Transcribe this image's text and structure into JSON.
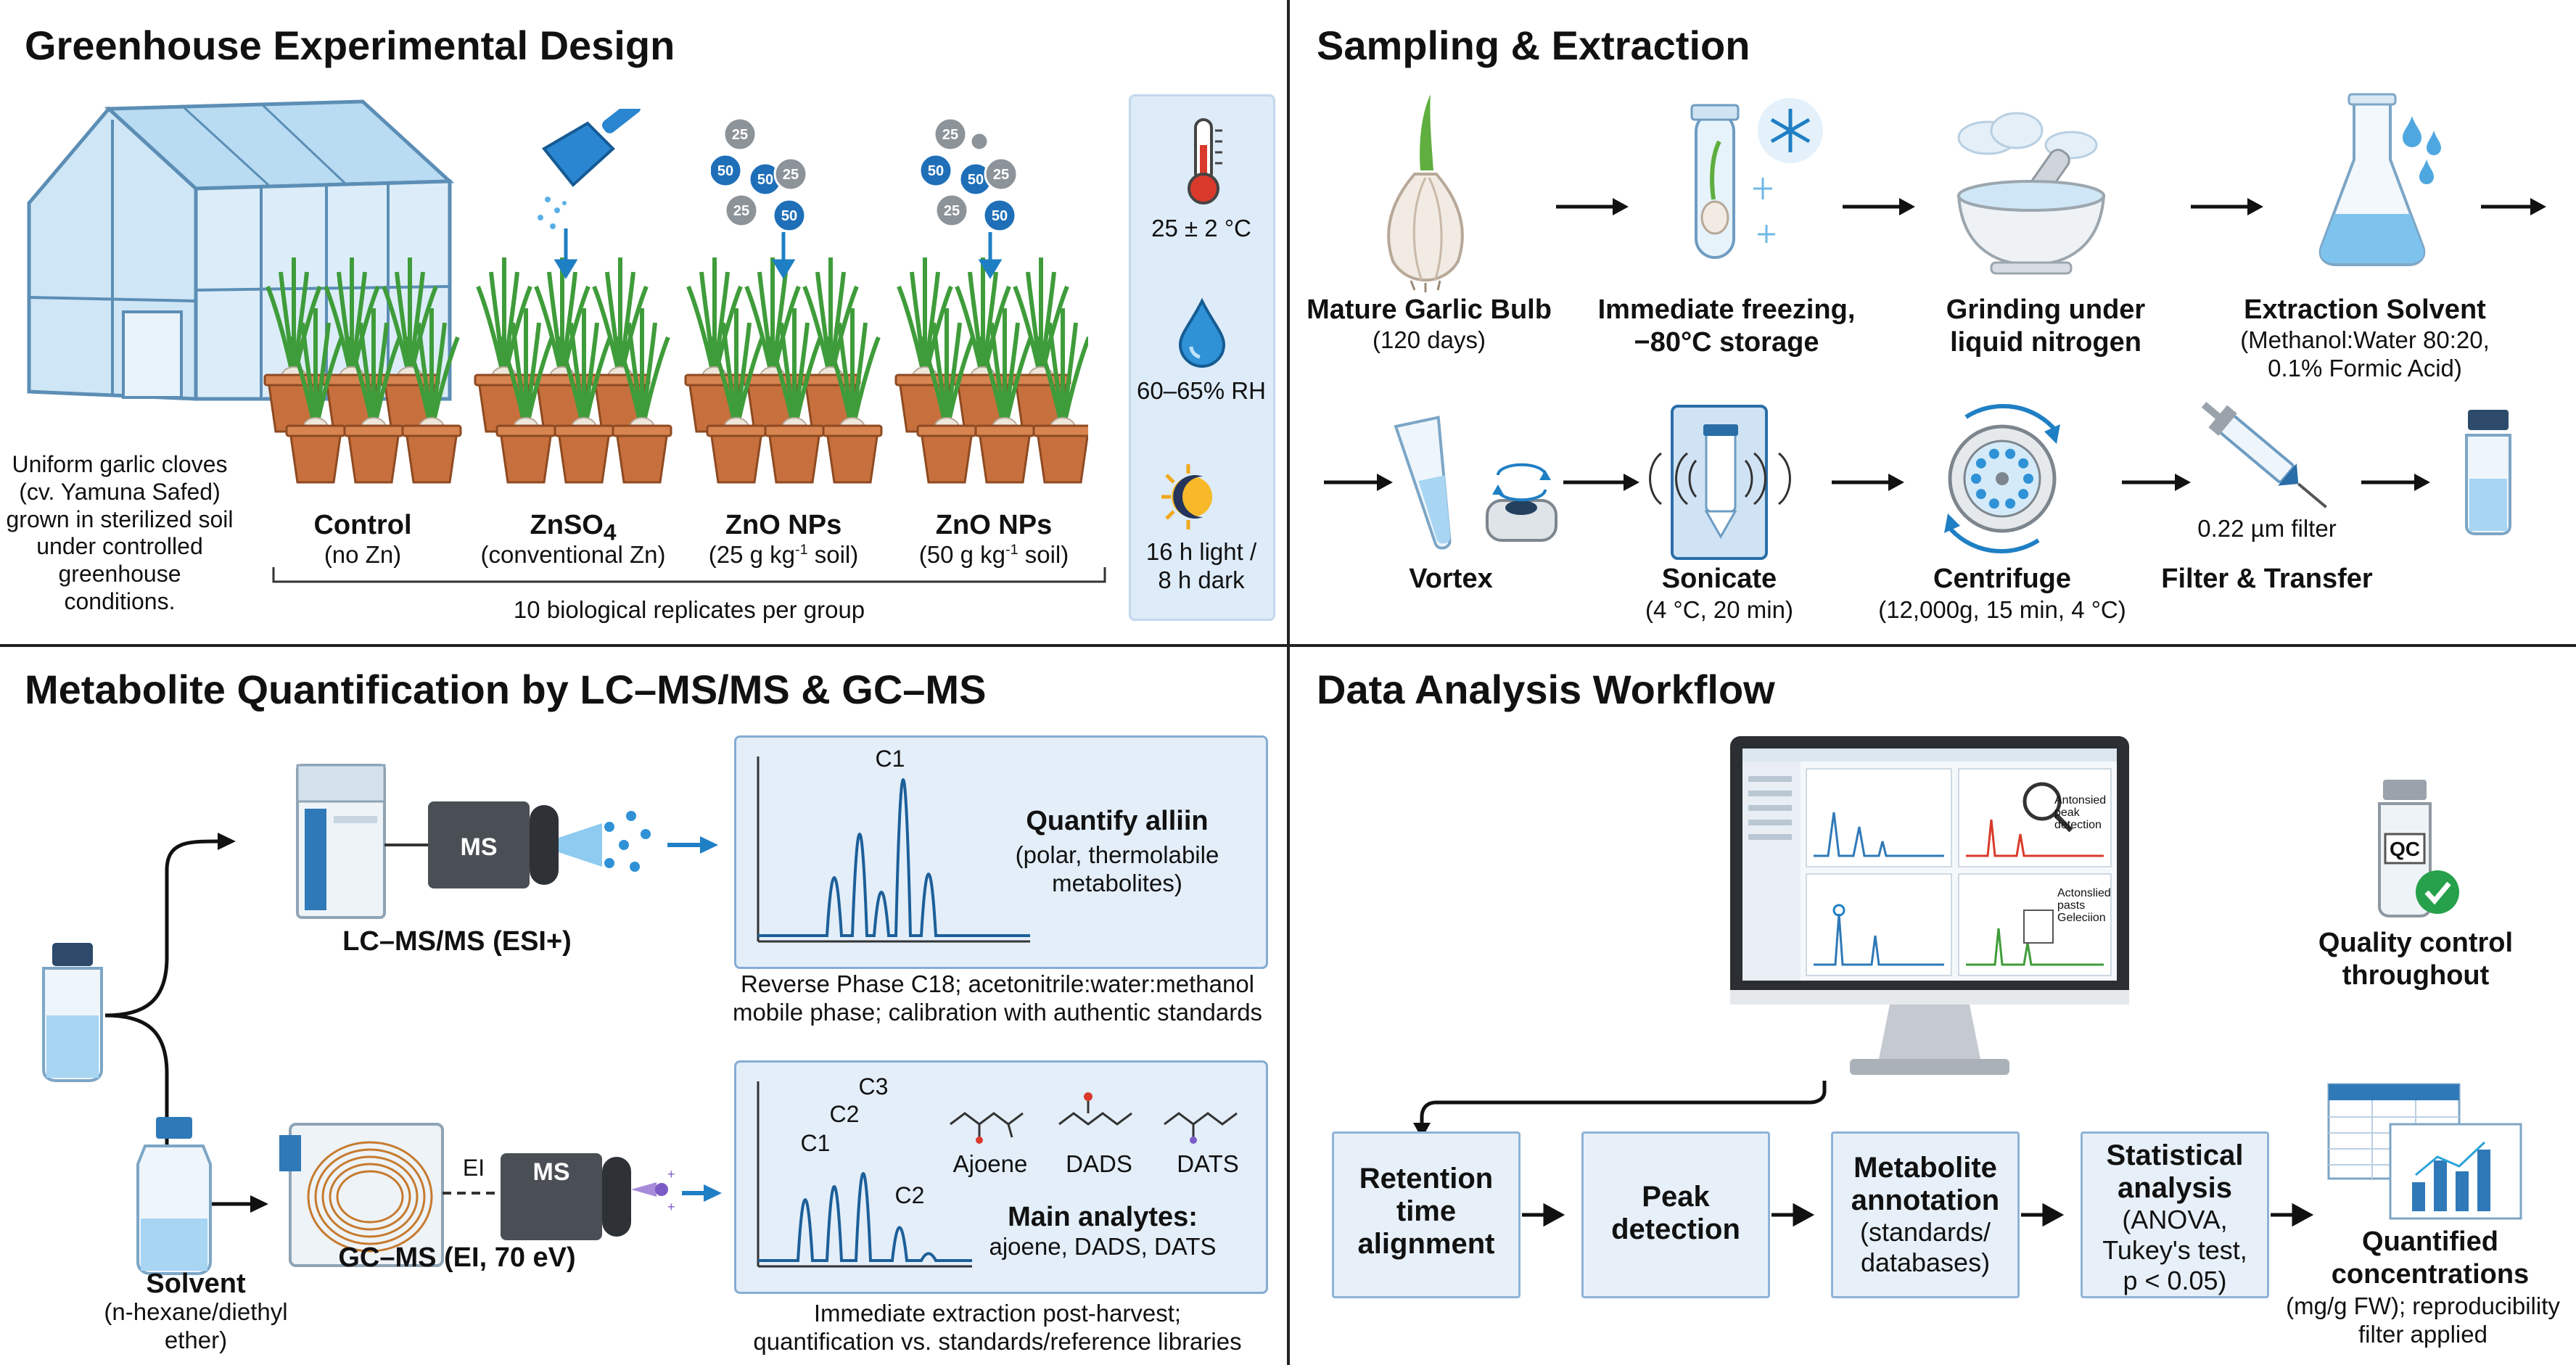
{
  "panels": {
    "greenhouse": {
      "title": "Greenhouse Experimental Design",
      "intro": [
        "Uniform garlic cloves",
        "(cv. Yamuna Safed)",
        "grown in sterilized soil",
        "under controlled",
        "greenhouse",
        "conditions."
      ],
      "groups": [
        {
          "label": "Control",
          "sub": "(no Zn)"
        },
        {
          "label": "ZnSO4",
          "sub": "(conventional Zn)"
        },
        {
          "label": "ZnO NPs",
          "sub": "(25 g kg-1 soil)"
        },
        {
          "label": "ZnO NPs",
          "sub": "(50 g kg-1 soil)"
        }
      ],
      "np_labels": [
        "25",
        "50"
      ],
      "replicates": "10 biological replicates per group",
      "conditions": [
        {
          "icon": "thermometer-icon",
          "text": "25 ± 2 °C"
        },
        {
          "icon": "water-drop-icon",
          "text": "60–65% RH"
        },
        {
          "icon": "sun-moon-icon",
          "text": "16 h light /",
          "text2": "8 h dark"
        }
      ]
    },
    "sampling": {
      "title": "Sampling & Extraction",
      "steps_row1": [
        {
          "icon": "garlic-bulb-icon",
          "label": "Mature Garlic Bulb",
          "sub": "(120 days)"
        },
        {
          "icon": "frozen-tube-icon",
          "label": "Immediate freezing,",
          "sub": "−80°C storage",
          "sub_bold": true
        },
        {
          "icon": "mortar-pestle-icon",
          "label": "Grinding under",
          "sub": "liquid nitrogen",
          "sub_bold": true
        },
        {
          "icon": "flask-icon",
          "label": "Extraction Solvent",
          "sub": "(Methanol:Water 80:20,",
          "sub2": "0.1% Formic Acid)"
        }
      ],
      "steps_row2": [
        {
          "icon": "vortex-icon",
          "label": "Vortex",
          "sub": ""
        },
        {
          "icon": "sonicator-icon",
          "label": "Sonicate",
          "sub": "(4 °C, 20 min)"
        },
        {
          "icon": "centrifuge-icon",
          "label": "Centrifuge",
          "sub": "(12,000g, 15 min, 4 °C)"
        },
        {
          "icon": "syringe-filter-icon",
          "label": "Filter & Transfer",
          "sub": "0.22 µm filter"
        }
      ]
    },
    "metabolite": {
      "title": "Metabolite Quantification by LC–MS/MS & GC–MS",
      "lc_label": "LC–MS/MS (ESI+)",
      "gc_label": "GC–MS (EI, 70 eV)",
      "ms_label": "MS",
      "ei_label": "EI",
      "solvent_label": "Solvent",
      "solvent_sub": [
        "(n-hexane/diethyl",
        "ether)"
      ],
      "lc_box": {
        "peak": "C1",
        "title": "Quantify alliin",
        "sub": [
          "(polar, thermolabile",
          "metabolites)"
        ]
      },
      "lc_caption": [
        "Reverse Phase C18; acetonitrile:water:methanol",
        "mobile phase; calibration with authentic standards"
      ],
      "gc_box": {
        "peaks": [
          "C1",
          "C2",
          "C3",
          "C2"
        ],
        "compounds": [
          "Ajoene",
          "DADS",
          "DATS"
        ],
        "main_title": "Main analytes:",
        "main_sub": "ajoene, DADS, DATS"
      },
      "gc_caption": [
        "Immediate extraction post-harvest;",
        "quantification vs. standards/reference libraries"
      ]
    },
    "analysis": {
      "title": "Data Analysis Workflow",
      "screen_notes": [
        "Antonsied",
        "peak",
        "detection",
        "Actonslied",
        "pasts",
        "Geleciion"
      ],
      "qc_label": "QC",
      "qc_caption": [
        "Quality control",
        "throughout"
      ],
      "steps": [
        {
          "lines": [
            "Retention",
            "time",
            "alignment"
          ],
          "sub": []
        },
        {
          "lines": [
            "Peak",
            "detection"
          ],
          "sub": []
        },
        {
          "lines": [
            "Metabolite",
            "annotation"
          ],
          "sub": [
            "(standards/",
            "databases)"
          ]
        },
        {
          "lines": [
            "Statistical",
            "analysis"
          ],
          "sub": [
            "(ANOVA,",
            "Tukey's test,",
            "p < 0.05)"
          ]
        }
      ],
      "final": {
        "lines": [
          "Quantified",
          "concentrations"
        ],
        "sub": [
          "(mg/g FW); reproducibility",
          "filter applied"
        ]
      }
    }
  },
  "colors": {
    "accent": "#1b5f9e",
    "panel_fill": "#e3eef9",
    "pot": "#c7703d",
    "leaf": "#3f9c3a",
    "arrow": "#1f7fc4"
  }
}
